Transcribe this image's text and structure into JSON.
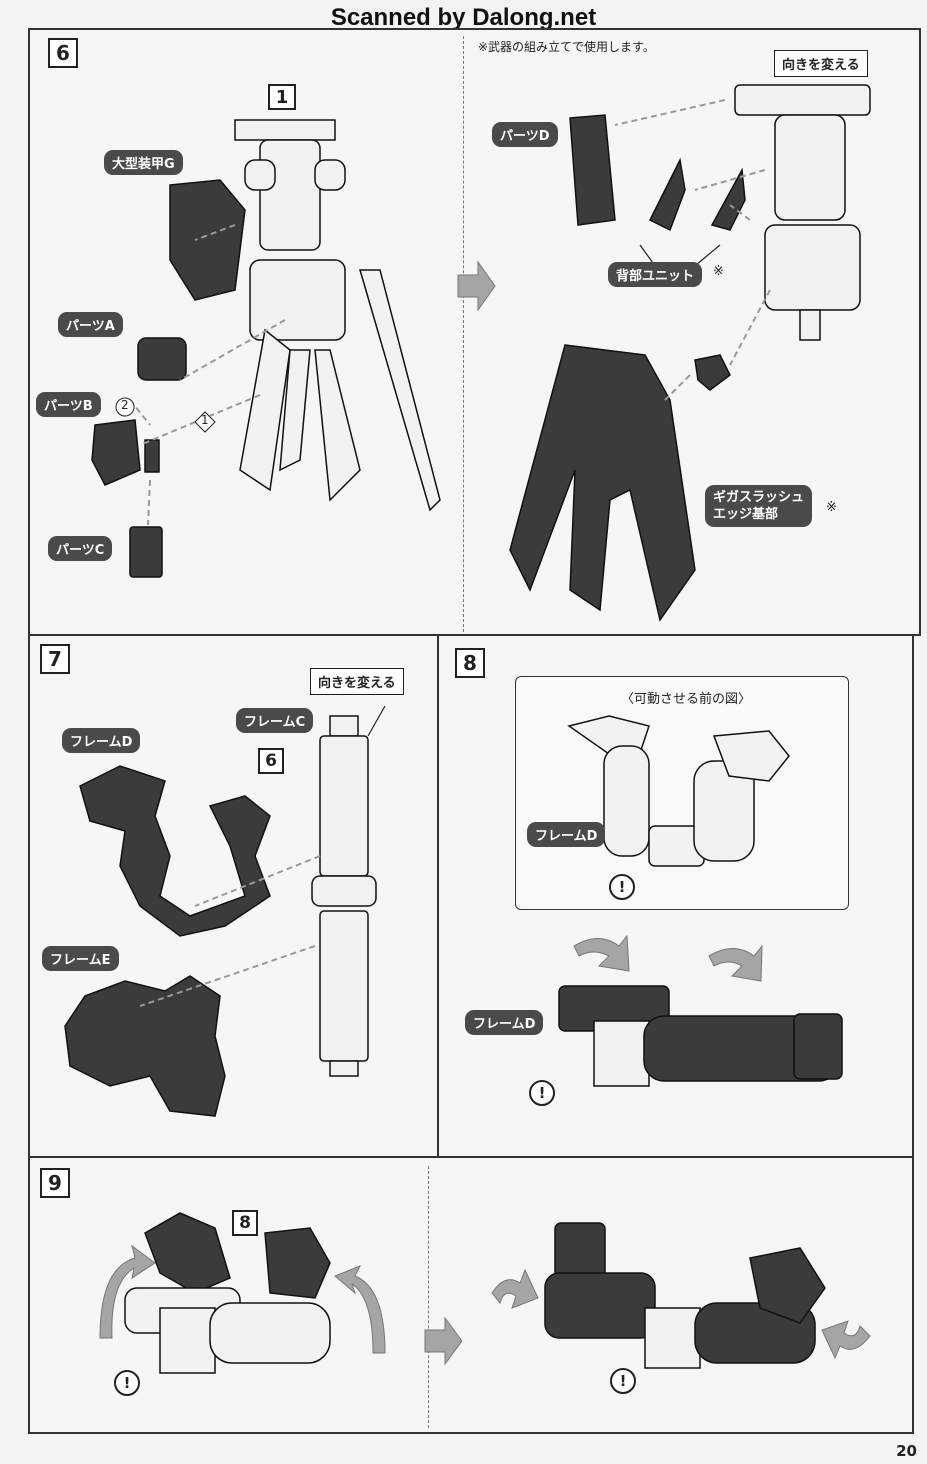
{
  "header": {
    "scan_credit": "Scanned by Dalong.net"
  },
  "steps": {
    "s6": {
      "number": "6",
      "weapon_note": "※武器の組み立てで使用します。",
      "sub_ref": "1",
      "labels": {
        "armor_g": "大型装甲G",
        "parts_a": "パーツA",
        "parts_b": "パーツB",
        "parts_c": "パーツC",
        "parts_d": "パーツD",
        "back_unit": "背部ユニット",
        "giga_line1": "ギガスラッシュ",
        "giga_line2": "エッジ基部",
        "turn": "向きを変える"
      },
      "order_1": "1",
      "order_2": "2",
      "asterisk": "※"
    },
    "s7": {
      "number": "7",
      "turn": "向きを変える",
      "frame_c": "フレームC",
      "frame_d": "フレームD",
      "frame_e": "フレームE",
      "sub_ref": "6"
    },
    "s8": {
      "number": "8",
      "caption": "〈可動させる前の図〉",
      "frame_d_top": "フレームD",
      "frame_d_bottom": "フレームD",
      "caution": "!"
    },
    "s9": {
      "number": "9",
      "sub_ref": "8",
      "caution": "!"
    }
  },
  "footer": {
    "page_number": "20"
  }
}
